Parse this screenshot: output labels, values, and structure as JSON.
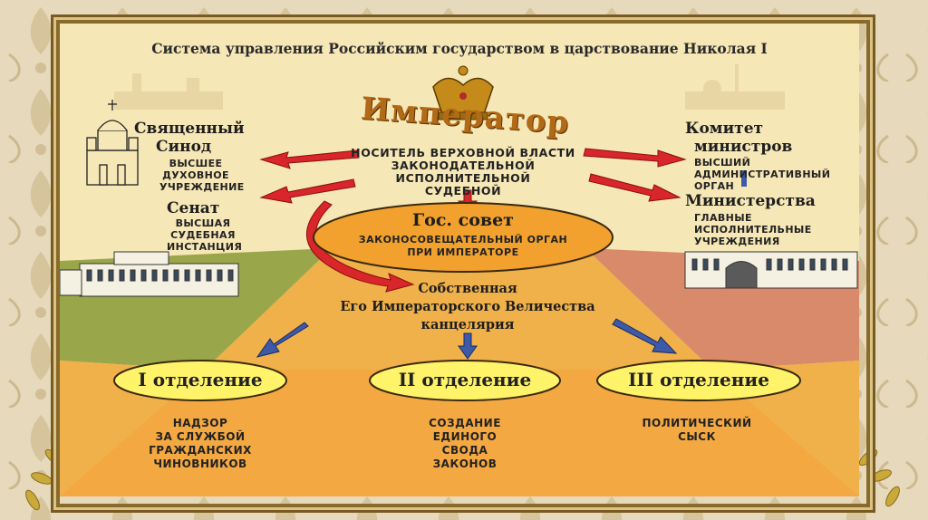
{
  "title": "Система управления Российским государством в царствование Николая I",
  "emperor": {
    "word": "Император",
    "lines": [
      "НОСИТЕЛЬ ВЕРХОВНОЙ ВЛАСТИ",
      "ЗАКОНОДАТЕЛЬНОЙ",
      "ИСПОЛНИТЕЛЬНОЙ",
      "СУДЕБНОЙ"
    ]
  },
  "synod": {
    "name_l1": "Священный",
    "name_l2": "Синод",
    "desc": [
      "ВЫСШЕЕ",
      "ДУХОВНОЕ",
      "УЧРЕЖДЕНИЕ"
    ]
  },
  "senate": {
    "name": "Сенат",
    "desc": [
      "ВЫСШАЯ",
      "СУДЕБНАЯ",
      "ИНСТАНЦИЯ"
    ]
  },
  "committee": {
    "name_l1": "Комитет",
    "name_l2": "министров",
    "desc": [
      "ВЫСШИЙ",
      "АДМИНИСТРАТИВНЫЙ",
      "ОРГАН"
    ]
  },
  "ministries": {
    "name": "Министерства",
    "desc": [
      "ГЛАВНЫЕ",
      "ИСПОЛНИТЕЛЬНЫЕ",
      "УЧРЕЖДЕНИЯ"
    ]
  },
  "council": {
    "name": "Гос. совет",
    "desc": [
      "ЗАКОНОСОВЕЩАТЕЛЬНЫЙ ОРГАН",
      "ПРИ ИМПЕРАТОРЕ"
    ]
  },
  "chancellery": {
    "lines": [
      "Собственная",
      "Его Императорского Величества",
      "канцелярия"
    ]
  },
  "departments": [
    {
      "name": "I отделение",
      "desc": [
        "НАДЗОР",
        "ЗА СЛУЖБОЙ",
        "ГРАЖДАНСКИХ",
        "ЧИНОВНИКОВ"
      ]
    },
    {
      "name": "II отделение",
      "desc": [
        "СОЗДАНИЕ",
        "ЕДИНОГО",
        "СВОДА",
        "ЗАКОНОВ"
      ]
    },
    {
      "name": "III отделение",
      "desc": [
        "ПОЛИТИЧЕСКИЙ",
        "СЫСК"
      ]
    }
  ],
  "colors": {
    "parchment": "#f6e7b6",
    "ground": "#f0b04a",
    "green_field": "#9aa64a",
    "pink_field": "#d88a6a",
    "oval_orange": "#f2a12e",
    "oval_yellow": "#fff36a",
    "red_arrow": "#d8262a",
    "blue_arrow": "#3d5aa8"
  }
}
